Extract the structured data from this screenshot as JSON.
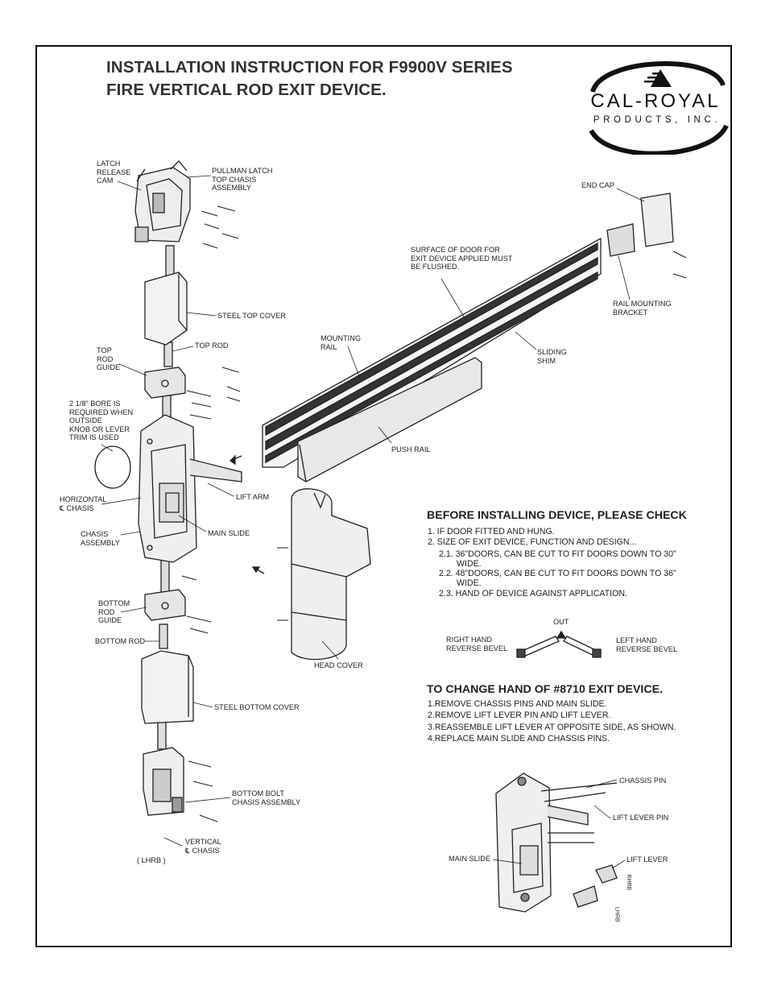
{
  "title": {
    "line1": "INSTALLATION INSTRUCTION FOR F9900V SERIES",
    "line2": "FIRE VERTICAL ROD EXIT DEVICE."
  },
  "logo": {
    "name": "CAL-ROYAL",
    "sub": "PRODUCTS, INC."
  },
  "labels": {
    "latch_release_cam": [
      "LATCH",
      "RELEASE",
      "CAM"
    ],
    "pullman_latch": [
      "PULLMAN LATCH",
      "TOP CHASIS",
      "ASSEMBLY"
    ],
    "steel_top_cover": "STEEL TOP COVER",
    "top_rod": "TOP ROD",
    "top_rod_guide": [
      "TOP",
      "ROD",
      "GUIDE"
    ],
    "bore": [
      "2 1/8\" BORE IS",
      "REQUIRED WHEN",
      "OUTSIDE",
      "KNOB OR LEVER",
      "TRIM IS USED"
    ],
    "horizontal_chasis": [
      "HORIZONTAL",
      "℄ CHASIS"
    ],
    "chasis_assembly": [
      "CHASIS",
      "ASSEMBLY"
    ],
    "lift_arm": "LIFT ARM",
    "main_slide": "MAIN SLIDE",
    "bottom_rod_guide": [
      "BOTTOM",
      "ROD",
      "GUIDE"
    ],
    "bottom_rod": "BOTTOM ROD",
    "steel_bottom_cover": "STEEL BOTTOM COVER",
    "bottom_bolt": [
      "BOTTOM BOLT",
      "CHASIS ASSEMBLY"
    ],
    "vertical_chasis": [
      "VERTICAL",
      "℄ CHASIS"
    ],
    "lhrb": "( LHRB )",
    "head_cover": "HEAD COVER",
    "end_cap": "END CAP",
    "surface_of_door": [
      "SURFACE OF DOOR FOR",
      "EXIT DEVICE APPLIED MUST",
      "BE FLUSHED."
    ],
    "rail_mounting_bracket": [
      "RAIL MOUNTING",
      "BRACKET"
    ],
    "mounting_rail": [
      "MOUNTING",
      "RAIL"
    ],
    "sliding_shim": [
      "SLIDING",
      "SHIM"
    ],
    "push_rail": "PUSH RAIL"
  },
  "before_installing": {
    "heading": "BEFORE INSTALLING DEVICE, PLEASE CHECK",
    "items": [
      "1. IF DOOR FITTED AND HUNG.",
      "2. SIZE OF EXIT DEVICE, FUNCTION AND DESIGN...",
      "2.1. 36\"DOORS, CAN BE CUT TO FIT DOORS DOWN TO 30\"",
      "WIDE.",
      "2.2. 48\"DOORS, CAN BE CUT TO FIT DOORS DOWN TO 36\"",
      "WIDE.",
      "2.3. HAND OF DEVICE AGAINST APPLICATION."
    ]
  },
  "hand_diagram": {
    "out": "OUT",
    "right_hand": [
      "RIGHT HAND",
      "REVERSE BEVEL"
    ],
    "left_hand": [
      "LEFT HAND",
      "REVERSE BEVEL"
    ]
  },
  "change_hand": {
    "heading": "TO CHANGE HAND OF #8710 EXIT DEVICE.",
    "items": [
      "1.REMOVE CHASSIS PINS AND MAIN SLIDE.",
      "2.REMOVE LIFT LEVER PIN AND LIFT LEVER.",
      "3.REASSEMBLE LIFT LEVER AT OPPOSITE SIDE, AS SHOWN.",
      "4.REPLACE MAIN SLIDE AND CHASSIS PINS."
    ]
  },
  "detail_labels": {
    "chassis_pin": "CHASSIS PIN",
    "lift_lever_pin": "LIFT LEVER PIN",
    "main_slide": "MAIN SLIDE",
    "lift_lever": "LIFT LEVER",
    "lhrb": "LHRB",
    "rhrb": "RHRB"
  }
}
